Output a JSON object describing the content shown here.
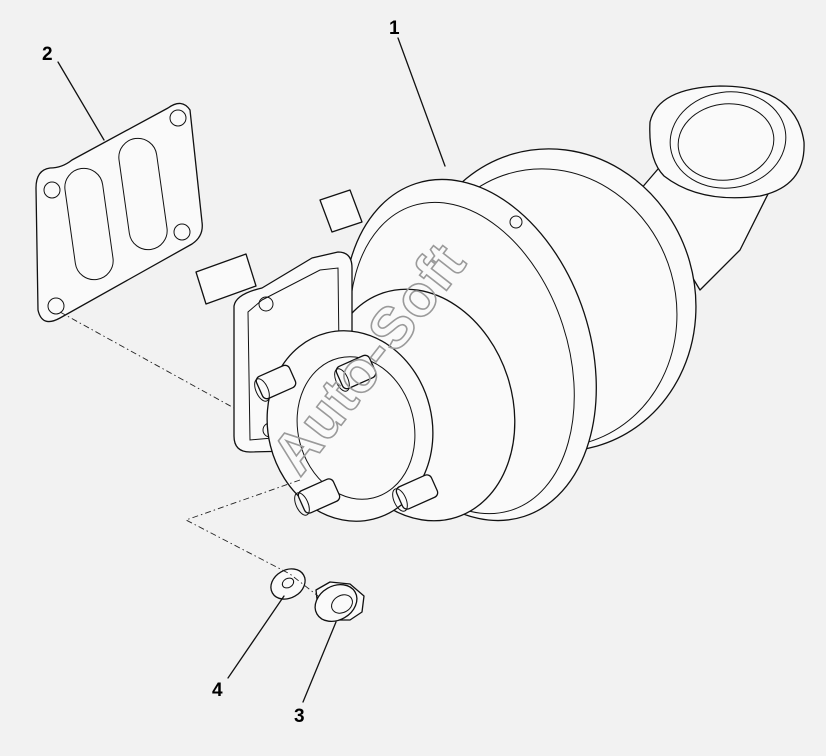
{
  "diagram": {
    "callouts": [
      {
        "id": "1",
        "label": "1"
      },
      {
        "id": "2",
        "label": "2"
      },
      {
        "id": "3",
        "label": "3"
      },
      {
        "id": "4",
        "label": "4"
      }
    ]
  },
  "watermark": {
    "text": "Auto-Soft",
    "color": "#9a9a9a"
  },
  "colors": {
    "background": "#f2f2f2",
    "line": "#111111"
  }
}
